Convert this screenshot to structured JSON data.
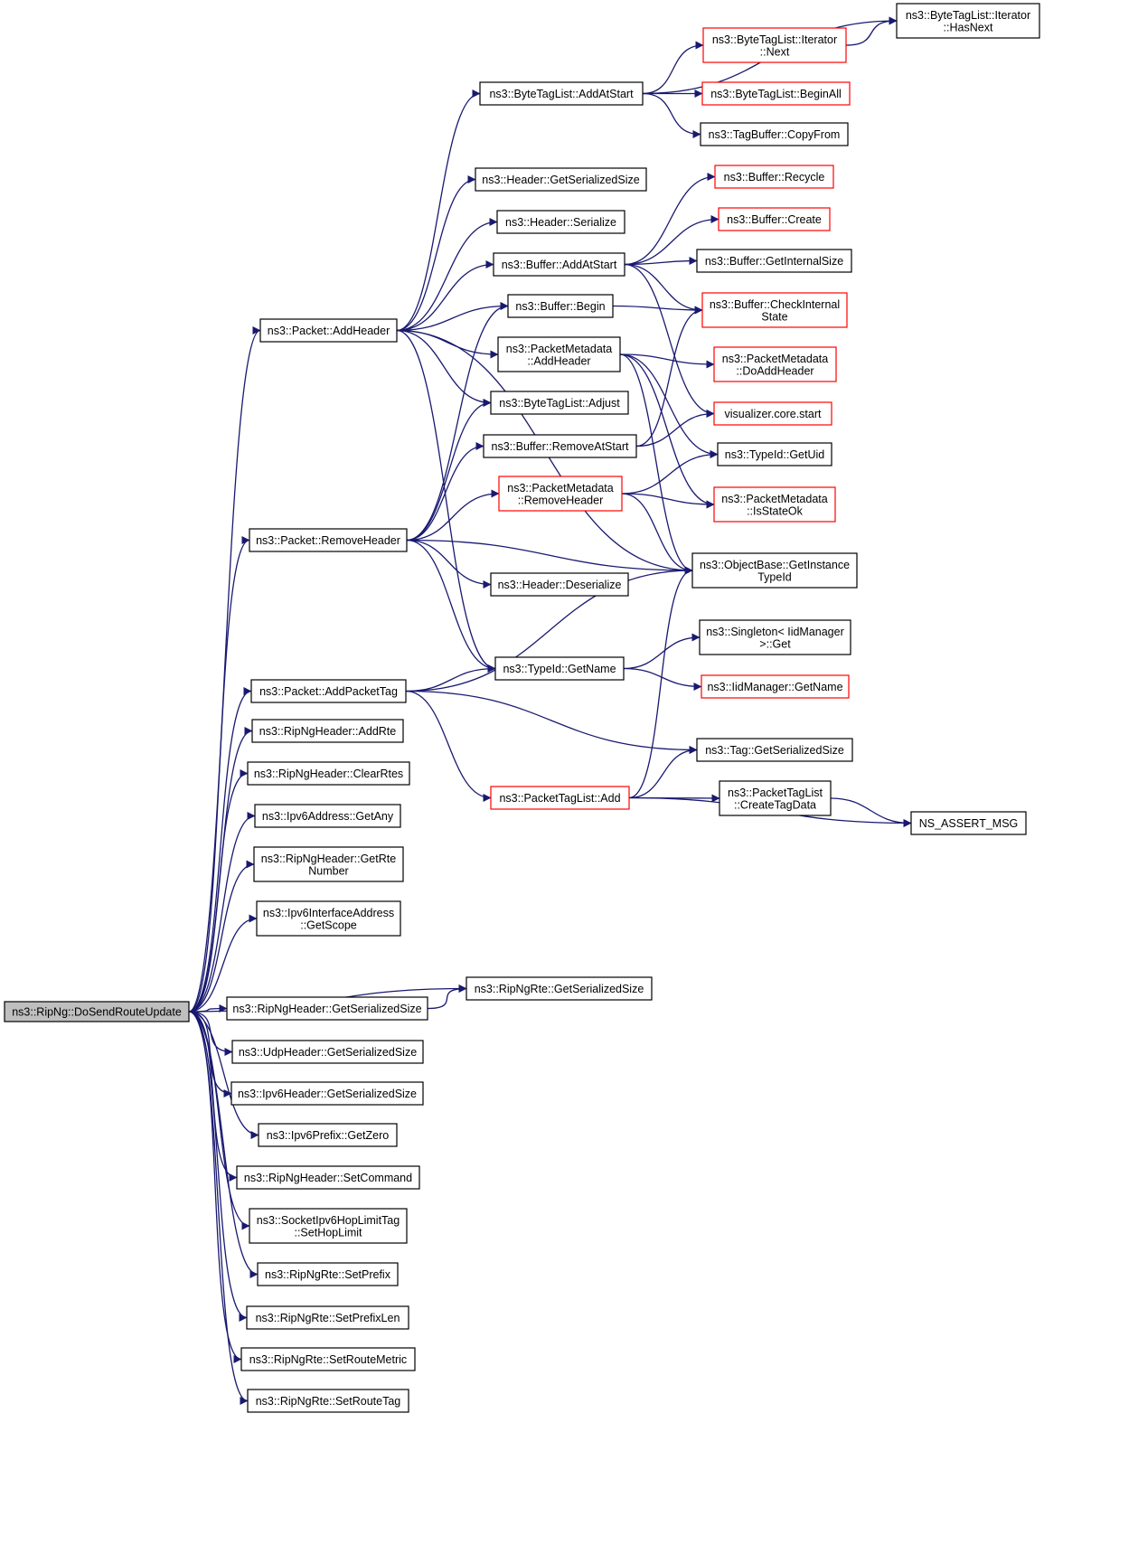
{
  "graph": {
    "root": "ns3::RipNg::DoSendRouteUpdate",
    "colors": {
      "edge": "#191970",
      "border": "#000000",
      "border_missing": "#ff0000",
      "root_fill": "#bfbfbf"
    },
    "nodes": [
      {
        "id": "root",
        "lines": [
          "ns3::RipNg::DoSendRouteUpdate"
        ],
        "style": "root"
      },
      {
        "id": "pkt_addheader",
        "lines": [
          "ns3::Packet::AddHeader"
        ],
        "style": "normal"
      },
      {
        "id": "pkt_removeheader",
        "lines": [
          "ns3::Packet::RemoveHeader"
        ],
        "style": "normal"
      },
      {
        "id": "pkt_addpackettag",
        "lines": [
          "ns3::Packet::AddPacketTag"
        ],
        "style": "normal"
      },
      {
        "id": "ripnghdr_addrte",
        "lines": [
          "ns3::RipNgHeader::AddRte"
        ],
        "style": "normal"
      },
      {
        "id": "ripnghdr_clearrtes",
        "lines": [
          "ns3::RipNgHeader::ClearRtes"
        ],
        "style": "normal"
      },
      {
        "id": "ipv6addr_getany",
        "lines": [
          "ns3::Ipv6Address::GetAny"
        ],
        "style": "normal"
      },
      {
        "id": "ripnghdr_getrtenumber",
        "lines": [
          "ns3::RipNgHeader::GetRte",
          "Number"
        ],
        "style": "normal"
      },
      {
        "id": "ipv6ifaddr_getscope",
        "lines": [
          "ns3::Ipv6InterfaceAddress",
          "::GetScope"
        ],
        "style": "normal"
      },
      {
        "id": "ripngrte_getsersize",
        "lines": [
          "ns3::RipNgRte::GetSerializedSize"
        ],
        "style": "normal"
      },
      {
        "id": "ripnghdr_getsersize",
        "lines": [
          "ns3::RipNgHeader::GetSerializedSize"
        ],
        "style": "normal"
      },
      {
        "id": "udphdr_getsersize",
        "lines": [
          "ns3::UdpHeader::GetSerializedSize"
        ],
        "style": "normal"
      },
      {
        "id": "ipv6hdr_getsersize",
        "lines": [
          "ns3::Ipv6Header::GetSerializedSize"
        ],
        "style": "normal"
      },
      {
        "id": "ipv6prefix_getzero",
        "lines": [
          "ns3::Ipv6Prefix::GetZero"
        ],
        "style": "normal"
      },
      {
        "id": "ripnghdr_setcommand",
        "lines": [
          "ns3::RipNgHeader::SetCommand"
        ],
        "style": "normal"
      },
      {
        "id": "sockhoplimit_set",
        "lines": [
          "ns3::SocketIpv6HopLimitTag",
          "::SetHopLimit"
        ],
        "style": "normal"
      },
      {
        "id": "ripngrte_setprefix",
        "lines": [
          "ns3::RipNgRte::SetPrefix"
        ],
        "style": "normal"
      },
      {
        "id": "ripngrte_setprefixlen",
        "lines": [
          "ns3::RipNgRte::SetPrefixLen"
        ],
        "style": "normal"
      },
      {
        "id": "ripngrte_setroutemetric",
        "lines": [
          "ns3::RipNgRte::SetRouteMetric"
        ],
        "style": "normal"
      },
      {
        "id": "ripngrte_setroutetag",
        "lines": [
          "ns3::RipNgRte::SetRouteTag"
        ],
        "style": "normal"
      },
      {
        "id": "btl_addatstart",
        "lines": [
          "ns3::ByteTagList::AddAtStart"
        ],
        "style": "normal"
      },
      {
        "id": "hdr_getsersize",
        "lines": [
          "ns3::Header::GetSerializedSize"
        ],
        "style": "normal"
      },
      {
        "id": "hdr_serialize",
        "lines": [
          "ns3::Header::Serialize"
        ],
        "style": "normal"
      },
      {
        "id": "buf_addatstart",
        "lines": [
          "ns3::Buffer::AddAtStart"
        ],
        "style": "normal"
      },
      {
        "id": "buf_begin",
        "lines": [
          "ns3::Buffer::Begin"
        ],
        "style": "normal"
      },
      {
        "id": "pm_addheader",
        "lines": [
          "ns3::PacketMetadata",
          "::AddHeader"
        ],
        "style": "normal"
      },
      {
        "id": "btl_adjust",
        "lines": [
          "ns3::ByteTagList::Adjust"
        ],
        "style": "normal"
      },
      {
        "id": "buf_removeatstart",
        "lines": [
          "ns3::Buffer::RemoveAtStart"
        ],
        "style": "normal"
      },
      {
        "id": "pm_removeheader",
        "lines": [
          "ns3::PacketMetadata",
          "::RemoveHeader"
        ],
        "style": "missing"
      },
      {
        "id": "hdr_deserialize",
        "lines": [
          "ns3::Header::Deserialize"
        ],
        "style": "normal"
      },
      {
        "id": "typeid_getname",
        "lines": [
          "ns3::TypeId::GetName"
        ],
        "style": "normal"
      },
      {
        "id": "ptl_add",
        "lines": [
          "ns3::PacketTagList::Add"
        ],
        "style": "missing"
      },
      {
        "id": "btli_next",
        "lines": [
          "ns3::ByteTagList::Iterator",
          "::Next"
        ],
        "style": "missing"
      },
      {
        "id": "btl_beginall",
        "lines": [
          "ns3::ByteTagList::BeginAll"
        ],
        "style": "missing"
      },
      {
        "id": "tagbuf_copyfrom",
        "lines": [
          "ns3::TagBuffer::CopyFrom"
        ],
        "style": "normal"
      },
      {
        "id": "buf_recycle",
        "lines": [
          "ns3::Buffer::Recycle"
        ],
        "style": "missing"
      },
      {
        "id": "buf_create",
        "lines": [
          "ns3::Buffer::Create"
        ],
        "style": "missing"
      },
      {
        "id": "buf_getinternalsize",
        "lines": [
          "ns3::Buffer::GetInternalSize"
        ],
        "style": "normal"
      },
      {
        "id": "buf_checkinternal",
        "lines": [
          "ns3::Buffer::CheckInternal",
          "State"
        ],
        "style": "missing"
      },
      {
        "id": "pm_doaddheader",
        "lines": [
          "ns3::PacketMetadata",
          "::DoAddHeader"
        ],
        "style": "missing"
      },
      {
        "id": "viz_core_start",
        "lines": [
          "visualizer.core.start"
        ],
        "style": "missing"
      },
      {
        "id": "typeid_getuid",
        "lines": [
          "ns3::TypeId::GetUid"
        ],
        "style": "normal"
      },
      {
        "id": "pm_isstateok",
        "lines": [
          "ns3::PacketMetadata",
          "::IsStateOk"
        ],
        "style": "missing"
      },
      {
        "id": "objbase_getinstance",
        "lines": [
          "ns3::ObjectBase::GetInstance",
          "TypeId"
        ],
        "style": "normal"
      },
      {
        "id": "singleton_get",
        "lines": [
          "ns3::Singleton< IidManager",
          " >::Get"
        ],
        "style": "normal"
      },
      {
        "id": "iidmgr_getname",
        "lines": [
          "ns3::IidManager::GetName"
        ],
        "style": "missing"
      },
      {
        "id": "tag_getsersize",
        "lines": [
          "ns3::Tag::GetSerializedSize"
        ],
        "style": "normal"
      },
      {
        "id": "ptl_createtagdata",
        "lines": [
          "ns3::PacketTagList",
          "::CreateTagData"
        ],
        "style": "normal"
      },
      {
        "id": "btli_hasnext",
        "lines": [
          "ns3::ByteTagList::Iterator",
          "::HasNext"
        ],
        "style": "normal"
      },
      {
        "id": "ns_assert_msg",
        "lines": [
          "NS_ASSERT_MSG"
        ],
        "style": "normal"
      }
    ],
    "edges": [
      [
        "root",
        "pkt_addheader"
      ],
      [
        "root",
        "pkt_removeheader"
      ],
      [
        "root",
        "pkt_addpackettag"
      ],
      [
        "root",
        "ripnghdr_addrte"
      ],
      [
        "root",
        "ripnghdr_clearrtes"
      ],
      [
        "root",
        "ipv6addr_getany"
      ],
      [
        "root",
        "ripnghdr_getrtenumber"
      ],
      [
        "root",
        "ipv6ifaddr_getscope"
      ],
      [
        "root",
        "ripngrte_getsersize"
      ],
      [
        "root",
        "ripnghdr_getsersize"
      ],
      [
        "root",
        "udphdr_getsersize"
      ],
      [
        "root",
        "ipv6hdr_getsersize"
      ],
      [
        "root",
        "ipv6prefix_getzero"
      ],
      [
        "root",
        "ripnghdr_setcommand"
      ],
      [
        "root",
        "sockhoplimit_set"
      ],
      [
        "root",
        "ripngrte_setprefix"
      ],
      [
        "root",
        "ripngrte_setprefixlen"
      ],
      [
        "root",
        "ripngrte_setroutemetric"
      ],
      [
        "root",
        "ripngrte_setroutetag"
      ],
      [
        "ripnghdr_getsersize",
        "ripngrte_getsersize"
      ],
      [
        "pkt_addheader",
        "btl_addatstart"
      ],
      [
        "pkt_addheader",
        "hdr_getsersize"
      ],
      [
        "pkt_addheader",
        "hdr_serialize"
      ],
      [
        "pkt_addheader",
        "buf_addatstart"
      ],
      [
        "pkt_addheader",
        "buf_begin"
      ],
      [
        "pkt_addheader",
        "pm_addheader"
      ],
      [
        "pkt_addheader",
        "btl_adjust"
      ],
      [
        "pkt_addheader",
        "objbase_getinstance"
      ],
      [
        "pkt_addheader",
        "typeid_getname"
      ],
      [
        "pkt_removeheader",
        "buf_begin"
      ],
      [
        "pkt_removeheader",
        "btl_adjust"
      ],
      [
        "pkt_removeheader",
        "buf_removeatstart"
      ],
      [
        "pkt_removeheader",
        "pm_removeheader"
      ],
      [
        "pkt_removeheader",
        "hdr_deserialize"
      ],
      [
        "pkt_removeheader",
        "typeid_getname"
      ],
      [
        "pkt_removeheader",
        "objbase_getinstance"
      ],
      [
        "pkt_addpackettag",
        "typeid_getname"
      ],
      [
        "pkt_addpackettag",
        "objbase_getinstance"
      ],
      [
        "pkt_addpackettag",
        "tag_getsersize"
      ],
      [
        "pkt_addpackettag",
        "ptl_add"
      ],
      [
        "btl_addatstart",
        "btli_hasnext"
      ],
      [
        "btl_addatstart",
        "btli_next"
      ],
      [
        "btl_addatstart",
        "btl_beginall"
      ],
      [
        "btl_addatstart",
        "tagbuf_copyfrom"
      ],
      [
        "btli_next",
        "btli_hasnext"
      ],
      [
        "buf_addatstart",
        "buf_recycle"
      ],
      [
        "buf_addatstart",
        "buf_create"
      ],
      [
        "buf_addatstart",
        "buf_getinternalsize"
      ],
      [
        "buf_addatstart",
        "buf_checkinternal"
      ],
      [
        "buf_addatstart",
        "viz_core_start"
      ],
      [
        "buf_begin",
        "buf_checkinternal"
      ],
      [
        "pm_addheader",
        "pm_doaddheader"
      ],
      [
        "pm_addheader",
        "typeid_getuid"
      ],
      [
        "pm_addheader",
        "pm_isstateok"
      ],
      [
        "pm_addheader",
        "objbase_getinstance"
      ],
      [
        "buf_removeatstart",
        "buf_checkinternal"
      ],
      [
        "buf_removeatstart",
        "viz_core_start"
      ],
      [
        "pm_removeheader",
        "typeid_getuid"
      ],
      [
        "pm_removeheader",
        "pm_isstateok"
      ],
      [
        "pm_removeheader",
        "objbase_getinstance"
      ],
      [
        "typeid_getname",
        "singleton_get"
      ],
      [
        "typeid_getname",
        "iidmgr_getname"
      ],
      [
        "ptl_add",
        "tag_getsersize"
      ],
      [
        "ptl_add",
        "ptl_createtagdata"
      ],
      [
        "ptl_add",
        "ns_assert_msg"
      ],
      [
        "ptl_add",
        "objbase_getinstance"
      ],
      [
        "ptl_createtagdata",
        "ns_assert_msg"
      ]
    ]
  }
}
